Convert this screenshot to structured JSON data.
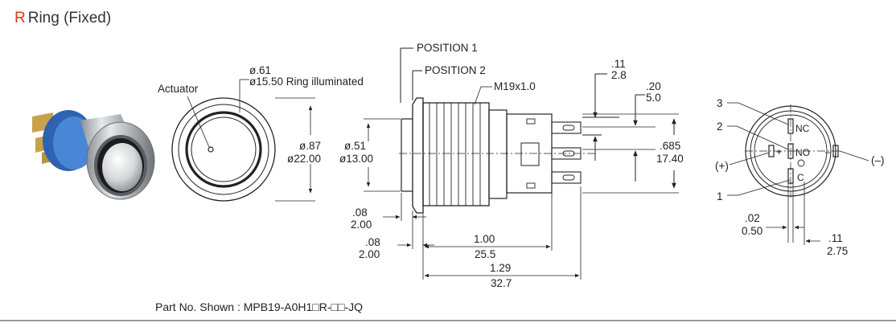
{
  "header": {
    "code": "R",
    "title": "Ring (Fixed)"
  },
  "front_view": {
    "actuator_label": "Actuator",
    "ring_dia_in": "ø.61",
    "ring_dia_mm": "ø15.50 Ring illuminated",
    "body_dia_in": "ø.87",
    "body_dia_mm": "ø22.00"
  },
  "side_view": {
    "position_1": "POSITION 1",
    "position_2": "POSITION 2",
    "thread": "M19x1.0",
    "dim_011_in": ".11",
    "dim_011_mm": "2.8",
    "dim_020_in": ".20",
    "dim_020_mm": "5.0",
    "dim_0685_in": ".685",
    "dim_0685_mm": "17.40",
    "dim_051_in": "ø.51",
    "dim_051_mm": "ø13.00",
    "dim_008a_in": ".08",
    "dim_008a_mm": "2.00",
    "dim_008b_in": ".08",
    "dim_008b_mm": "2.00",
    "dim_100_in": "1.00",
    "dim_100_mm": "25.5",
    "dim_129_in": "1.29",
    "dim_129_mm": "32.7"
  },
  "rear_view": {
    "pin_3": "3",
    "pin_2": "2",
    "pin_1": "1",
    "plus": "(+)",
    "minus": "(–)",
    "nc": "NC",
    "no": "NO",
    "c": "C",
    "plus_sym": "+",
    "minus_sym": "–",
    "dim_002_in": ".02",
    "dim_002_mm": "0.50",
    "dim_011_in": ".11",
    "dim_011_mm": "2.75"
  },
  "footer": {
    "part_no": "Part No. Shown : MPB19-A0H1□R-□□-JQ"
  }
}
